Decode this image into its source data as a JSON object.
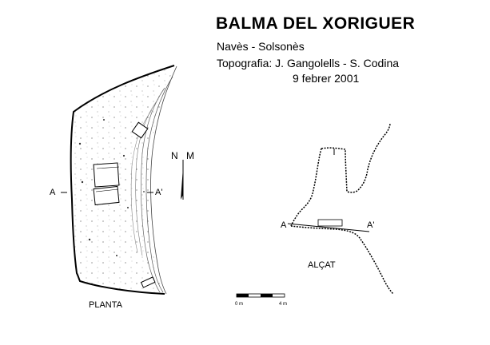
{
  "header": {
    "title": "BALMA DEL XORIGUER",
    "location": "Navès - Solsonès",
    "credits": "Topografia: J. Gangolells - S. Codina",
    "date": "9 febrer 2001"
  },
  "plan": {
    "label": "PLANTA",
    "section_start": "A",
    "section_end": "A'"
  },
  "north": {
    "label_n": "N",
    "label_m": "M"
  },
  "elevation": {
    "label": "ALÇAT",
    "section_start": "A",
    "section_end": "A'"
  },
  "scale": {
    "start_label": "0 m",
    "end_label": "4 m"
  }
}
